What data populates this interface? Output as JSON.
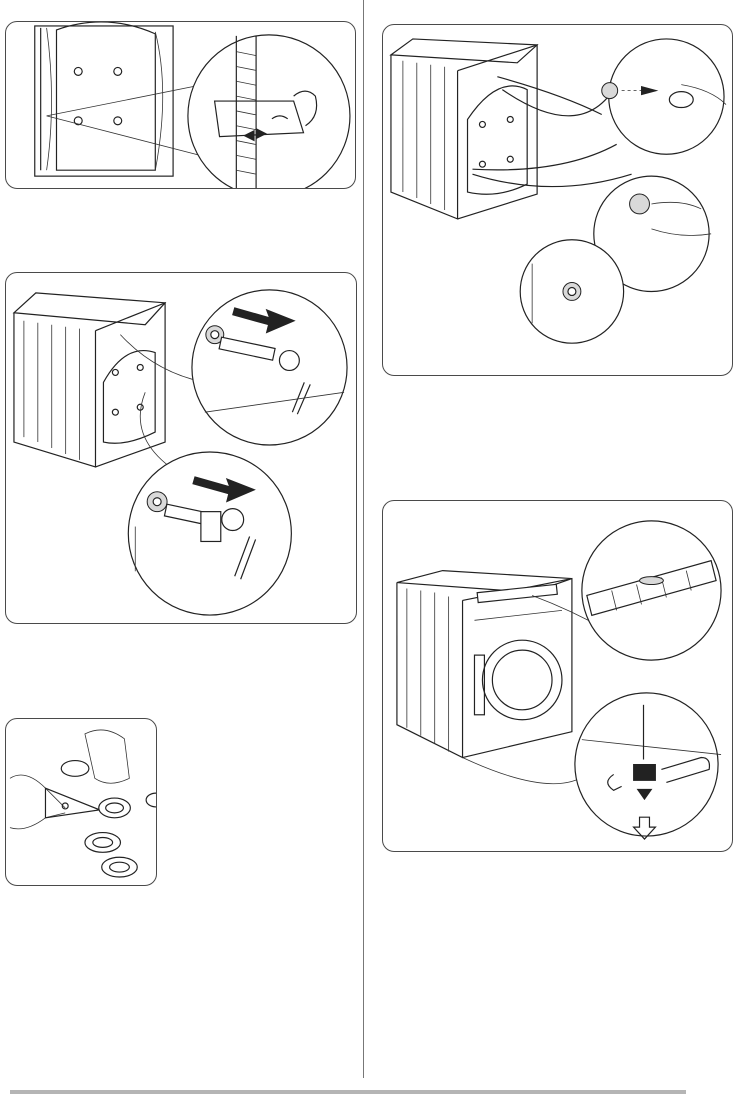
{
  "document": {
    "text_content": []
  },
  "figures": [
    {
      "id": "hose-clip-detail",
      "icon": "hose-release-illustration"
    },
    {
      "id": "transit-bolt-removal",
      "icon": "transit-bolt-illustration"
    },
    {
      "id": "cap-cutting",
      "icon": "pliers-cut-illustration"
    },
    {
      "id": "hole-plug-insertion",
      "icon": "plug-insert-illustration"
    },
    {
      "id": "machine-levelling",
      "icon": "levelling-illustration"
    }
  ],
  "colors": {
    "line": "#222222",
    "border": "#4a4a4a",
    "footer": "#b5b5b5"
  }
}
